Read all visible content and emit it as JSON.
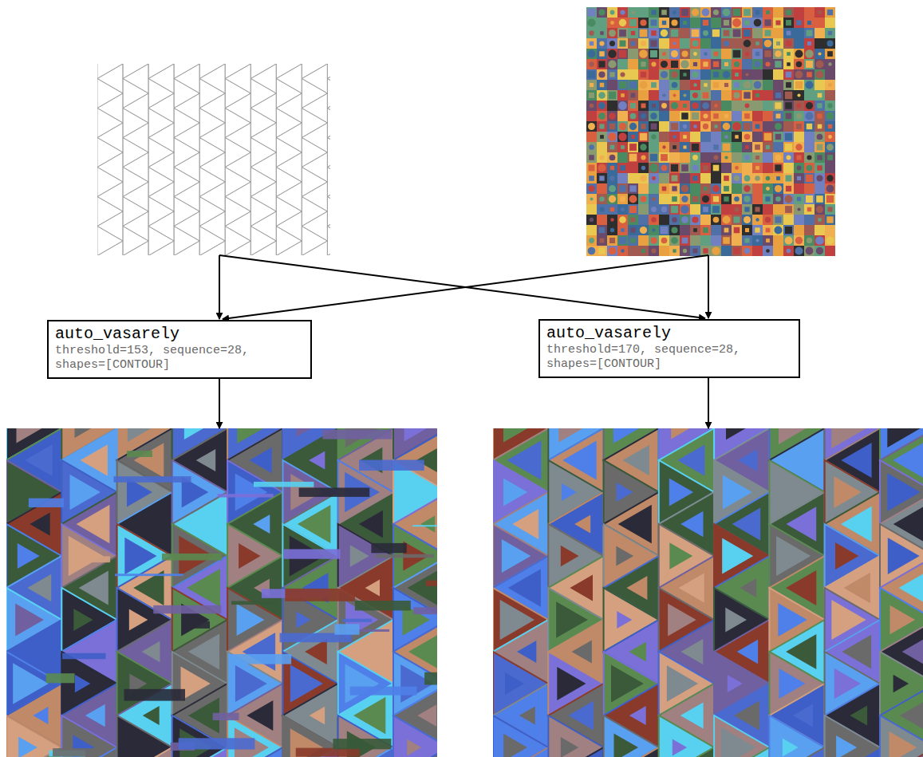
{
  "diagram": {
    "nodes": [
      {
        "text": [
          "auto_vasarely",
          "threshold=153, sequence=28, shapes=[CONTOUR]"
        ]
      },
      {
        "text": [
          "auto_vasarely",
          "threshold=170, sequence=28, shapes=[CONTOUR]"
        ]
      }
    ]
  }
}
